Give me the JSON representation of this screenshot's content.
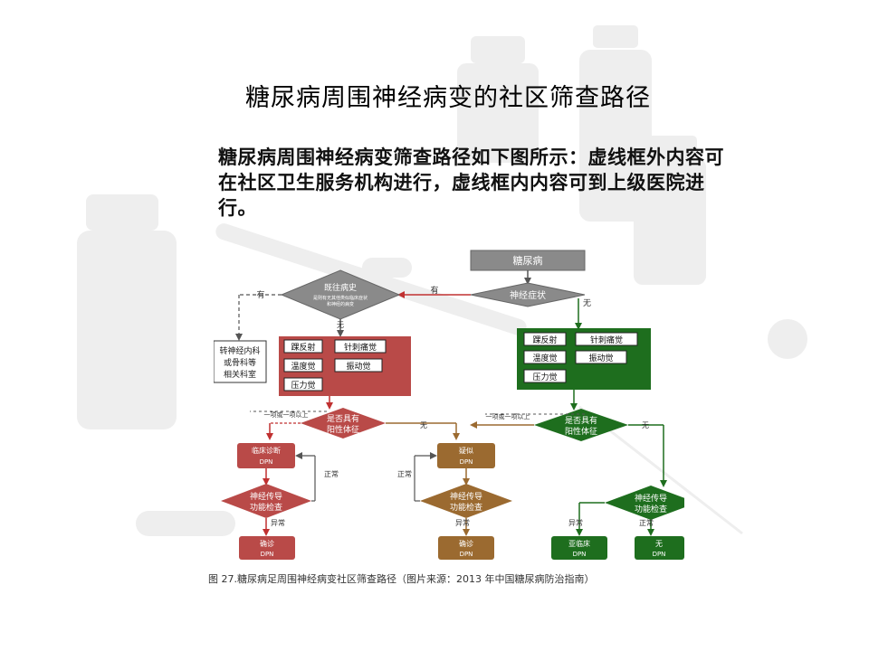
{
  "slide": {
    "title": "糖尿病周围神经病变的社区筛查路径",
    "body": "糖尿病周围神经病变筛查路径如下图所示：虚线框外内容可在社区卫生服务机构进行，虚线框内内容可到上级医院进行。",
    "caption": "图 27.糖尿病足周围神经病变社区筛查路径（图片来源：2013 年中国糖尿病防治指南）"
  },
  "flowchart": {
    "start": "糖尿病",
    "symptom": "神经症状",
    "history_title": "既往病史",
    "history_sub1": "是则有无其他类似临床症状",
    "history_sub2": "和神经的病变",
    "yes1": "有",
    "yes2": "有",
    "no1": "无",
    "no2": "无",
    "referral": [
      "转神经内科",
      "或骨科等",
      "相关科室"
    ],
    "tests": {
      "ankle": "踝反射",
      "pin": "针刺痛觉",
      "temp": "温度觉",
      "vib": "振动觉",
      "pressure": "压力觉"
    },
    "one_or_more": "一项或一项以上",
    "positive_sign": [
      "是否具有",
      "阳性体征"
    ],
    "none": "无",
    "clinical_dpn": [
      "临床诊断",
      "DPN"
    ],
    "suspected_dpn": [
      "疑似",
      "DPN"
    ],
    "normal": "正常",
    "nerve_conduction": [
      "神经传导",
      "功能检查"
    ],
    "abnormal": "异常",
    "confirmed_dpn": [
      "确诊",
      "DPN"
    ],
    "subclinical_dpn": [
      "亚临床",
      "DPN"
    ],
    "no_dpn": [
      "无",
      "DPN"
    ]
  },
  "colors": {
    "red": "#b94a48",
    "brown": "#9b6a30",
    "green": "#1e6e1e",
    "gray": "#8a8a8a",
    "arrow_red": "#c03030"
  }
}
